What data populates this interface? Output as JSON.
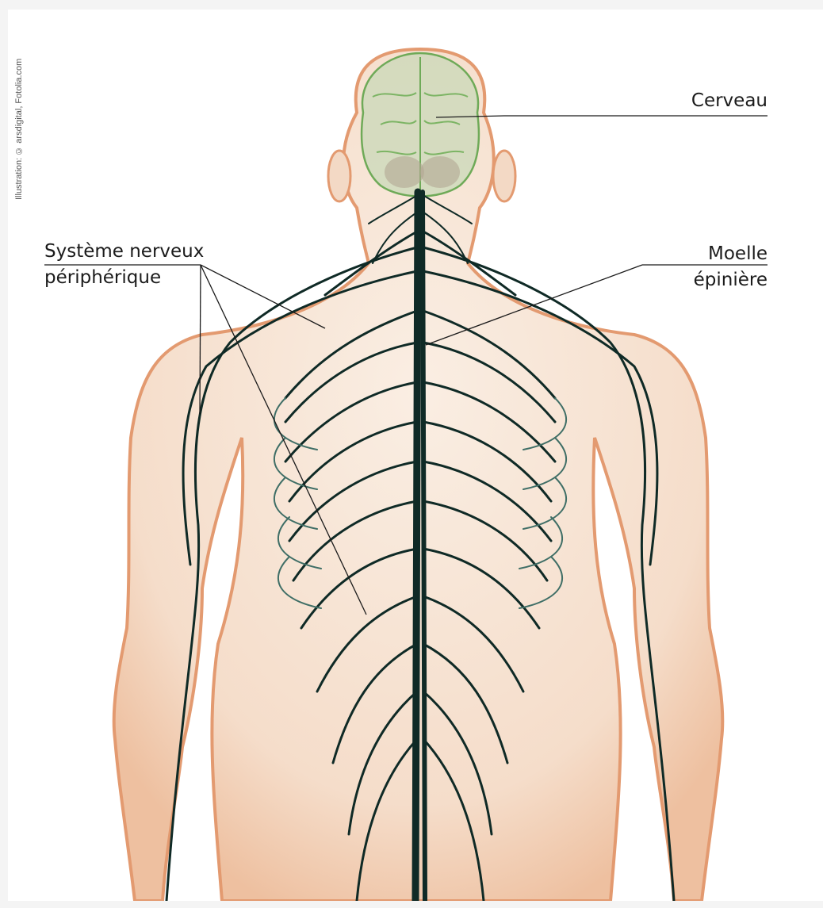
{
  "credit": "Illustration: © arsdigital, Fotolia.com",
  "labels": {
    "brain": "Cerveau",
    "pns_line1": "Système nerveux",
    "pns_line2": "périphérique",
    "cord_line1": "Moelle",
    "cord_line2": "épinière"
  },
  "colors": {
    "skin": "#f6e3d3",
    "skin_edge": "#e8a57c",
    "nerve": "#0f2a26",
    "nerve_light": "#3f6e66",
    "brain": "#8fc07a"
  }
}
